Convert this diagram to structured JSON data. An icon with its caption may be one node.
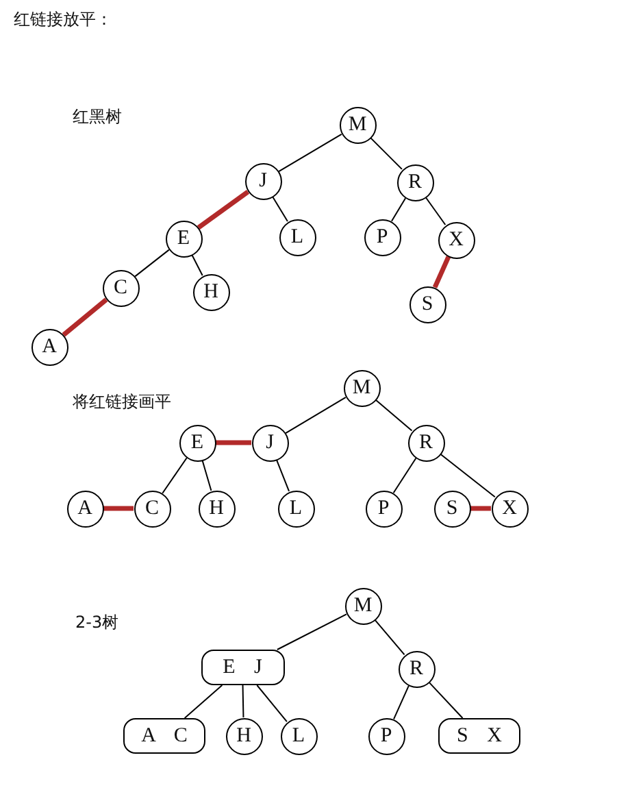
{
  "diagram": {
    "title": "红链接放平：",
    "nodes": [
      {
        "text": [
          "M"
        ]
      },
      {
        "text": [
          "J"
        ]
      },
      {
        "text": [
          "R"
        ]
      },
      {
        "text": [
          "E"
        ]
      },
      {
        "text": [
          "L"
        ]
      },
      {
        "text": [
          "P"
        ]
      },
      {
        "text": [
          "X"
        ]
      },
      {
        "text": [
          "C"
        ]
      },
      {
        "text": [
          "H"
        ]
      },
      {
        "text": [
          "S"
        ]
      },
      {
        "text": [
          "A"
        ]
      },
      {
        "text": [
          "M"
        ]
      },
      {
        "text": [
          "E"
        ]
      },
      {
        "text": [
          "J"
        ]
      },
      {
        "text": [
          "R"
        ]
      },
      {
        "text": [
          "A"
        ]
      },
      {
        "text": [
          "C"
        ]
      },
      {
        "text": [
          "H"
        ]
      },
      {
        "text": [
          "L"
        ]
      },
      {
        "text": [
          "P"
        ]
      },
      {
        "text": [
          "S"
        ]
      },
      {
        "text": [
          "X"
        ]
      },
      {
        "text": [
          "M"
        ]
      },
      {
        "text": [
          "E J"
        ]
      },
      {
        "text": [
          "R"
        ]
      },
      {
        "text": [
          "A C"
        ]
      },
      {
        "text": [
          "H"
        ]
      },
      {
        "text": [
          "L"
        ]
      },
      {
        "text": [
          "P"
        ]
      },
      {
        "text": [
          "S X"
        ]
      }
    ],
    "edges": [
      {
        "from": 0,
        "to": 1,
        "arrow": "none"
      },
      {
        "from": 0,
        "to": 2,
        "arrow": "none"
      },
      {
        "from": 1,
        "to": 3,
        "arrow": "none",
        "style": "thick",
        "color": "#b22a2a"
      },
      {
        "from": 1,
        "to": 4,
        "arrow": "none"
      },
      {
        "from": 2,
        "to": 5,
        "arrow": "none"
      },
      {
        "from": 2,
        "to": 6,
        "arrow": "none"
      },
      {
        "from": 3,
        "to": 7,
        "arrow": "none"
      },
      {
        "from": 3,
        "to": 8,
        "arrow": "none"
      },
      {
        "from": 6,
        "to": 9,
        "arrow": "none",
        "style": "thick",
        "color": "#b22a2a"
      },
      {
        "from": 7,
        "to": 10,
        "arrow": "none",
        "style": "thick",
        "color": "#b22a2a"
      },
      {
        "from": 11,
        "to": 13,
        "arrow": "none"
      },
      {
        "from": 11,
        "to": 14,
        "arrow": "none"
      },
      {
        "from": 12,
        "to": 13,
        "arrow": "none",
        "style": "thick",
        "color": "#b22a2a"
      },
      {
        "from": 12,
        "to": 16,
        "arrow": "none"
      },
      {
        "from": 12,
        "to": 17,
        "arrow": "none"
      },
      {
        "from": 13,
        "to": 18,
        "arrow": "none"
      },
      {
        "from": 14,
        "to": 19,
        "arrow": "none"
      },
      {
        "from": 14,
        "to": 21,
        "arrow": "none"
      },
      {
        "from": 15,
        "to": 16,
        "arrow": "none",
        "style": "thick",
        "color": "#b22a2a"
      },
      {
        "from": 20,
        "to": 21,
        "arrow": "none",
        "style": "thick",
        "color": "#b22a2a"
      },
      {
        "from": 22,
        "to": 23,
        "arrow": "none"
      },
      {
        "from": 22,
        "to": 24,
        "arrow": "none"
      },
      {
        "from": 23,
        "to": 25,
        "arrow": "none"
      },
      {
        "from": 23,
        "to": 26,
        "arrow": "none"
      },
      {
        "from": 23,
        "to": 27,
        "arrow": "none"
      },
      {
        "from": 24,
        "to": 28,
        "arrow": "none"
      },
      {
        "from": 24,
        "to": 29,
        "arrow": "none"
      }
    ],
    "labels": [
      "红黑树",
      "将红链接画平",
      "2-3树"
    ]
  }
}
